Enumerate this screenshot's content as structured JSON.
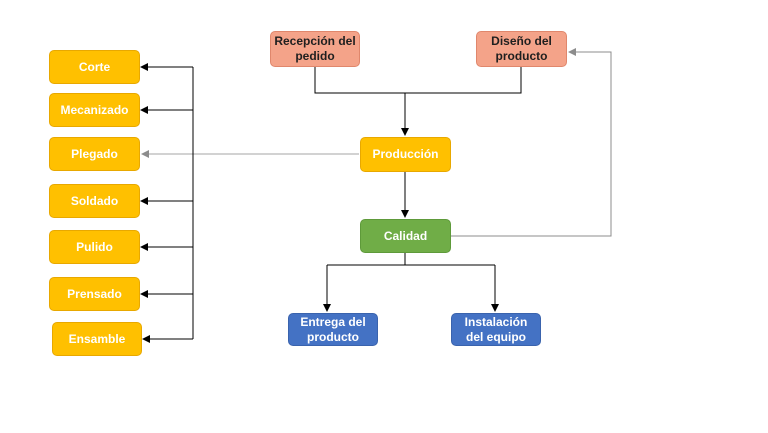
{
  "diagram": {
    "reception": "Recepción del pedido",
    "design": "Diseño del producto",
    "production": "Producción",
    "quality": "Calidad",
    "delivery": "Entrega del producto",
    "installation": "Instalación del equipo",
    "processes": [
      "Corte",
      "Mecanizado",
      "Plegado",
      "Soldado",
      "Pulido",
      "Prensado",
      "Ensamble"
    ]
  },
  "colors": {
    "process": "#ffc000",
    "intake": "#f4a389",
    "quality": "#70ad47",
    "output": "#4472c4",
    "connector": "#000000",
    "connector_light": "#a6a6a6"
  }
}
